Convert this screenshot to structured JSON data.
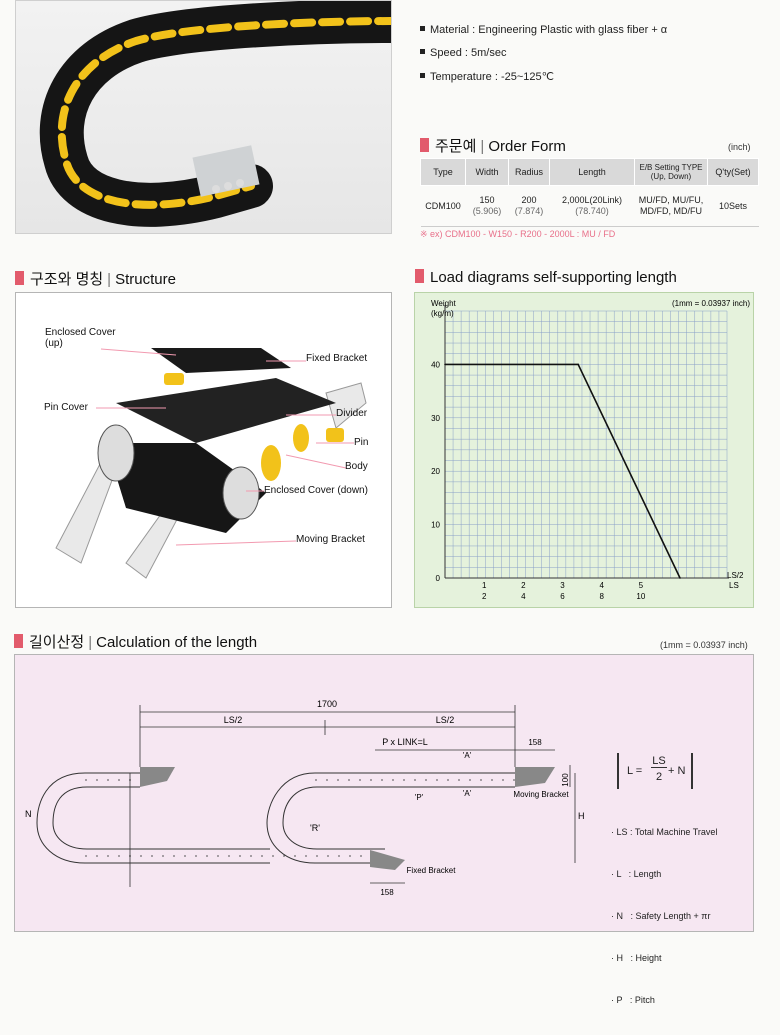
{
  "specs": [
    {
      "label": "Material",
      "value": "Engineering Plastic with glass fiber + α"
    },
    {
      "label": "Speed",
      "value": "5m/sec"
    },
    {
      "label": "Temperature",
      "value": "-25~125℃"
    }
  ],
  "order": {
    "title_kr": "주문예",
    "title_en": "Order Form",
    "unit": "(inch)",
    "headers": [
      "Type",
      "Width",
      "Radius",
      "Length",
      "E/B Setting TYPE",
      "(Up, Down)",
      "Q'ty(Set)"
    ],
    "row": {
      "type": "CDM100",
      "width": "150",
      "width_in": "(5.906)",
      "radius": "200",
      "radius_in": "(7.874)",
      "length": "2,000L(20Link)",
      "length_in": "(78.740)",
      "eb_line1": "MU/FD, MU/FU,",
      "eb_line2": "MD/FD, MD/FU",
      "qty": "10Sets"
    },
    "example": "※ ex) CDM100 - W150 - R200 - 2000L : MU / FD"
  },
  "structure": {
    "title_kr": "구조와 명칭",
    "title_en": "Structure",
    "labels": {
      "enclosed_cover_up_1": "Enclosed Cover",
      "enclosed_cover_up_2": "(up)",
      "fixed_bracket": "Fixed Bracket",
      "pin_cover": "Pin Cover",
      "divider": "Divider",
      "pin": "Pin",
      "body": "Body",
      "enclosed_cover_down": "Enclosed Cover (down)",
      "moving_bracket": "Moving Bracket"
    }
  },
  "load": {
    "title": "Load diagrams self-supporting length",
    "unit_note": "(1mm = 0.03937 inch)",
    "ylabel_1": "Weight",
    "ylabel_2": "(kg/m)",
    "xlabel_1": "LS/2",
    "xlabel_2": "LS",
    "chart_data": {
      "type": "line",
      "ylabel": "Weight (kg/m)",
      "xlabel": "LS/2 / LS",
      "ylim": [
        0,
        50
      ],
      "xlim": [
        0,
        7.2
      ],
      "y_ticks": [
        "0",
        "10",
        "20",
        "30",
        "40"
      ],
      "x_ticks_top": [
        "1",
        "2",
        "3",
        "4",
        "5"
      ],
      "x_ticks_bottom": [
        "2",
        "4",
        "6",
        "8",
        "10"
      ],
      "grid": true,
      "series": [
        {
          "x": [
            0,
            3.4,
            6.0
          ],
          "y": [
            40,
            40,
            0
          ]
        }
      ]
    }
  },
  "calc": {
    "title_kr": "길이산정",
    "title_en": "Calculation of the length",
    "unit_note": "(1mm = 0.03937 inch)",
    "dims": {
      "total": "1700",
      "ls2_left": "LS/2",
      "ls2_right": "LS/2",
      "pxlink": "P x LINK=L",
      "a_top": "'A'",
      "a_bottom": "'A'",
      "p": "'P'",
      "d158_top": "158",
      "d158_bottom": "158",
      "d100": "100",
      "n": "N",
      "h": "H",
      "r": "'R'",
      "moving_bracket": "Moving Bracket",
      "fixed_bracket": "Fixed Bracket"
    },
    "formula": {
      "lhs": "L =",
      "num": "LS",
      "den": "2",
      "rhs": "+ N"
    },
    "legend": [
      "· LS : Total Machine Travel",
      "· L   : Length",
      "· N   : Safety Length + πr",
      "· H   : Height",
      "· P   : Pitch"
    ]
  },
  "colors": {
    "accent": "#e25b6c",
    "load_bg": "#e5f2dc",
    "calc_bg": "#f6e7f2",
    "chain_yellow": "#f2c21a"
  }
}
